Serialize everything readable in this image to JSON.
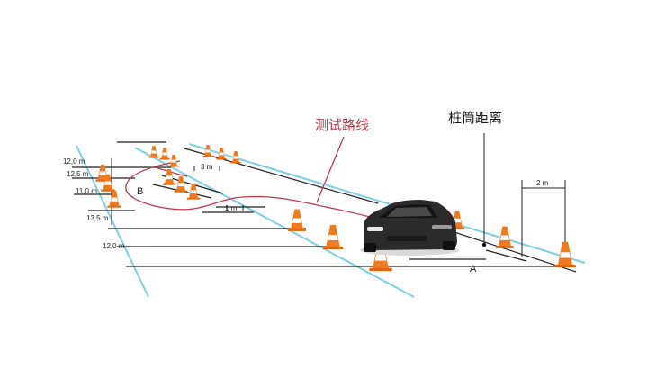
{
  "labels": {
    "route": "测试路线",
    "cone_distance": "桩筒距离",
    "point_a": "A",
    "point_b": "B",
    "dim_3m": "3 m",
    "dim_1m": "1 m",
    "dim_2m": "2 m",
    "row1": "12,0 m",
    "row2": "12,5 m",
    "row3": "11,0 m",
    "row4": "13,5 m",
    "row5": "12,0 m"
  },
  "colors": {
    "lane_line": "#7fcfe6",
    "route_line": "#c0394b",
    "cone": "#f27a1e",
    "car": "#2b2b2b"
  }
}
